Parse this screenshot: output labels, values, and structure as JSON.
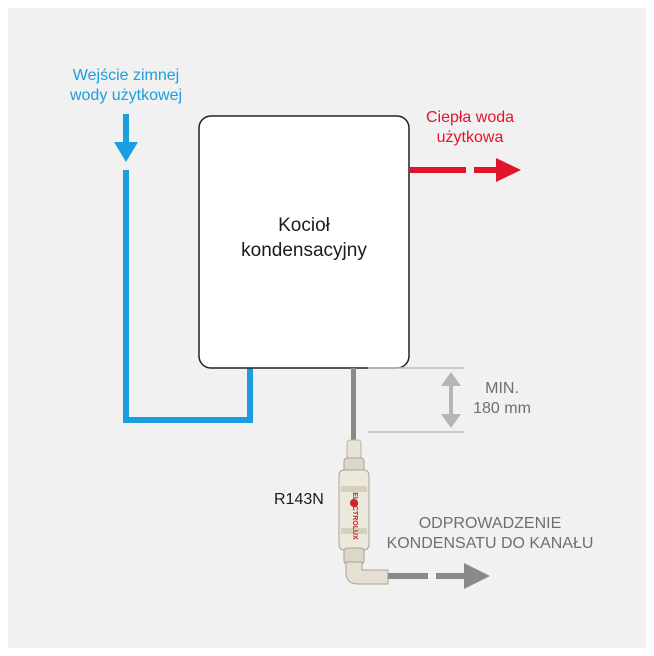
{
  "colors": {
    "background": "#f1f1f1",
    "cold_water": "#1a9ee0",
    "hot_water": "#e2142b",
    "condensate": "#8a8a8a",
    "boiler_border": "#222222"
  },
  "cold_water_inlet": {
    "line1": "Wejście zimnej",
    "line2": "wody użytkowej"
  },
  "hot_water_outlet": {
    "line1": "Ciepła woda",
    "line2": "użytkowa"
  },
  "boiler": {
    "line1": "Kocioł",
    "line2": "kondensacyjny"
  },
  "min_distance": {
    "line1": "MIN.",
    "line2": "180 mm"
  },
  "device": {
    "model": "R143N",
    "brand": "ELECTROLUX"
  },
  "condensate_drain": {
    "line1": "ODPROWADZENIE",
    "line2": "KONDENSATU DO KANAŁU"
  }
}
